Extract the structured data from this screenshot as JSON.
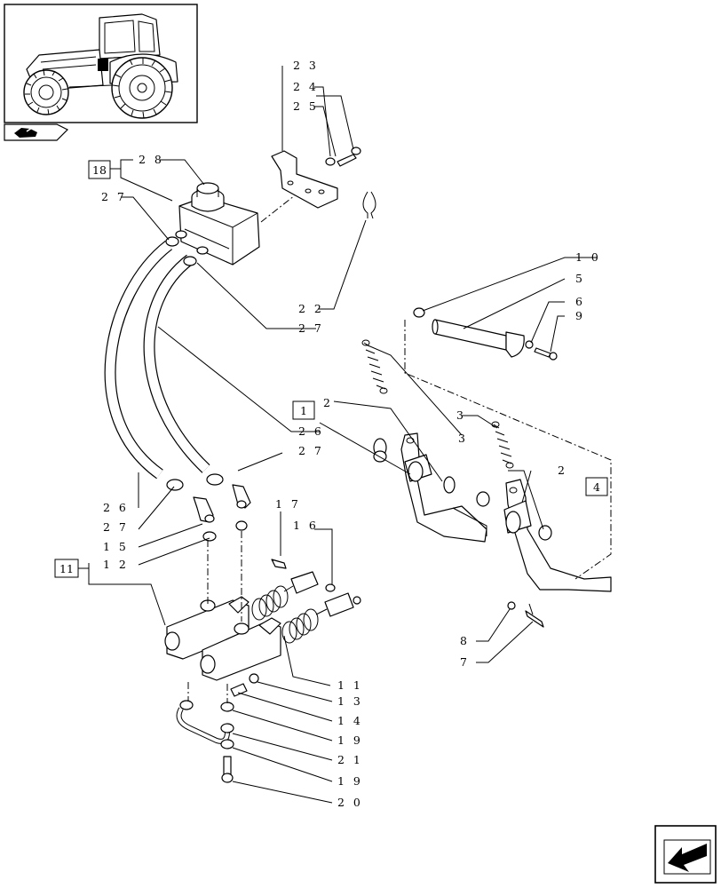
{
  "diagram": {
    "callouts": [
      {
        "id": "c28",
        "text": "2 8"
      },
      {
        "id": "c27a",
        "text": "2 7"
      },
      {
        "id": "c23",
        "text": "2 3"
      },
      {
        "id": "c24",
        "text": "2 4"
      },
      {
        "id": "c25",
        "text": "2 5"
      },
      {
        "id": "c22",
        "text": "2 2"
      },
      {
        "id": "c27b",
        "text": "2 7"
      },
      {
        "id": "c10",
        "text": "1 0"
      },
      {
        "id": "c5",
        "text": "5"
      },
      {
        "id": "c6",
        "text": "6"
      },
      {
        "id": "c9",
        "text": "9"
      },
      {
        "id": "c2a",
        "text": "2"
      },
      {
        "id": "c3a",
        "text": "3"
      },
      {
        "id": "c3b",
        "text": "3"
      },
      {
        "id": "c26a",
        "text": "2 6"
      },
      {
        "id": "c27c",
        "text": "2 7"
      },
      {
        "id": "c2b",
        "text": "2"
      },
      {
        "id": "c26b",
        "text": "2 6"
      },
      {
        "id": "c27d",
        "text": "2 7"
      },
      {
        "id": "c15",
        "text": "1 5"
      },
      {
        "id": "c12",
        "text": "1 2"
      },
      {
        "id": "c17",
        "text": "1 7"
      },
      {
        "id": "c16",
        "text": "1 6"
      },
      {
        "id": "c8",
        "text": "8"
      },
      {
        "id": "c7",
        "text": "7"
      },
      {
        "id": "c11b",
        "text": "1 1"
      },
      {
        "id": "c13",
        "text": "1 3"
      },
      {
        "id": "c14",
        "text": "1 4"
      },
      {
        "id": "c19a",
        "text": "1 9"
      },
      {
        "id": "c21",
        "text": "2 1"
      },
      {
        "id": "c19b",
        "text": "1 9"
      },
      {
        "id": "c20",
        "text": "2 0"
      }
    ],
    "boxed_refs": [
      {
        "id": "b18",
        "text": "18"
      },
      {
        "id": "b1",
        "text": "1"
      },
      {
        "id": "b4",
        "text": "4"
      },
      {
        "id": "b11",
        "text": "11"
      }
    ]
  }
}
